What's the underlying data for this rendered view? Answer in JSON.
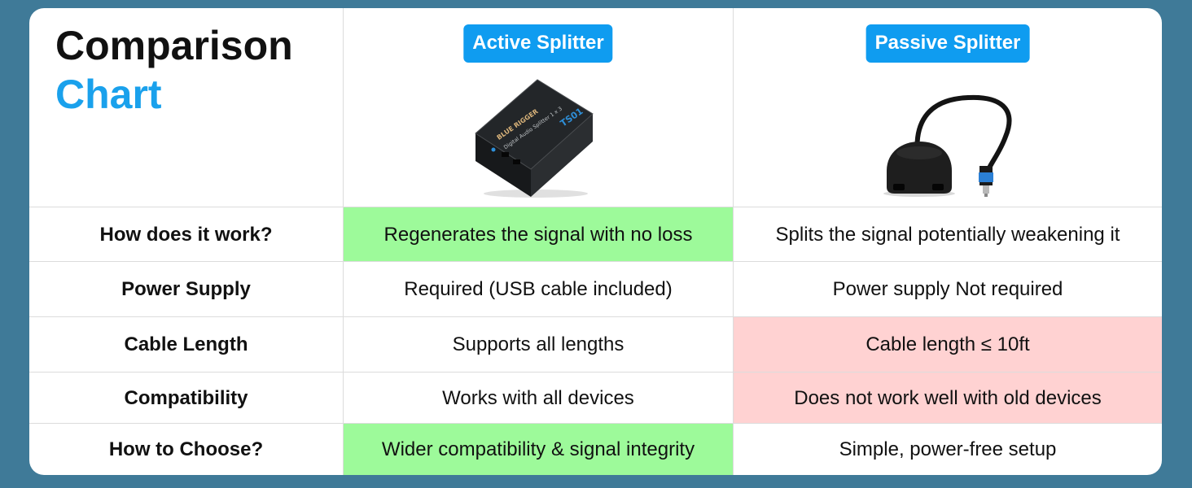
{
  "title": {
    "line1": "Comparison",
    "line2": "Chart"
  },
  "columns": {
    "active": {
      "label": "Active Splitter"
    },
    "passive": {
      "label": "Passive Splitter"
    }
  },
  "product_text": {
    "brand": "BLUE RIGGER",
    "model": "TS01",
    "description": "Digital Audio Splitter 1 x 3"
  },
  "colors": {
    "badge": "#0f9cf0",
    "accent_title": "#1aa1ec",
    "good": "#9dfa9a",
    "bad": "#ffd2d2",
    "background": "#3f7a98"
  },
  "rows": [
    {
      "label": "How does it work?",
      "active": "Regenerates the signal with no loss",
      "passive": "Splits the signal potentially weakening it",
      "active_status": "good",
      "passive_status": "neutral"
    },
    {
      "label": "Power Supply",
      "active": "Required (USB cable included)",
      "passive": "Power supply Not required",
      "active_status": "neutral",
      "passive_status": "neutral"
    },
    {
      "label": "Cable Length",
      "active": "Supports all lengths",
      "passive": "Cable length ≤ 10ft",
      "active_status": "neutral",
      "passive_status": "bad"
    },
    {
      "label": "Compatibility",
      "active": "Works with all devices",
      "passive": "Does not work well with old devices",
      "active_status": "neutral",
      "passive_status": "bad"
    },
    {
      "label": "How to Choose?",
      "active": "Wider compatibility & signal integrity",
      "passive": "Simple, power-free setup",
      "active_status": "good",
      "passive_status": "neutral"
    }
  ]
}
